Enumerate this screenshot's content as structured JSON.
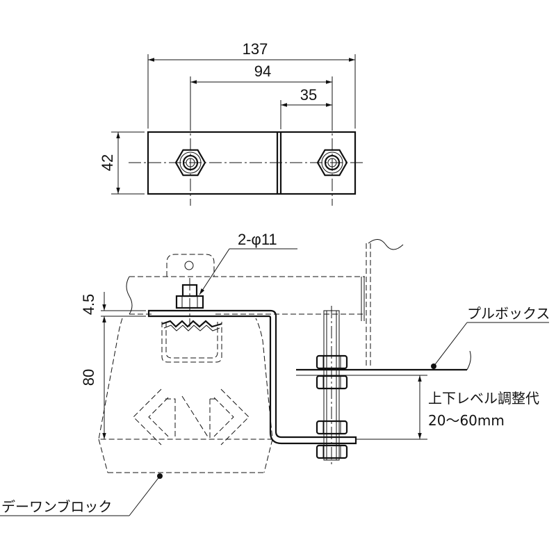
{
  "top_view": {
    "dim_overall": "137",
    "dim_bolt_pitch": "94",
    "dim_right": "35",
    "dim_height": "42"
  },
  "side_view": {
    "dim_hole": "2-φ11",
    "dim_plate": "4.5",
    "dim_block_height": "80",
    "label_pull_box": "プルボックス",
    "label_adjust_line1": "上下レベル調整代",
    "label_adjust_line2": "20～60mm",
    "label_block": "デーワンブロック"
  }
}
